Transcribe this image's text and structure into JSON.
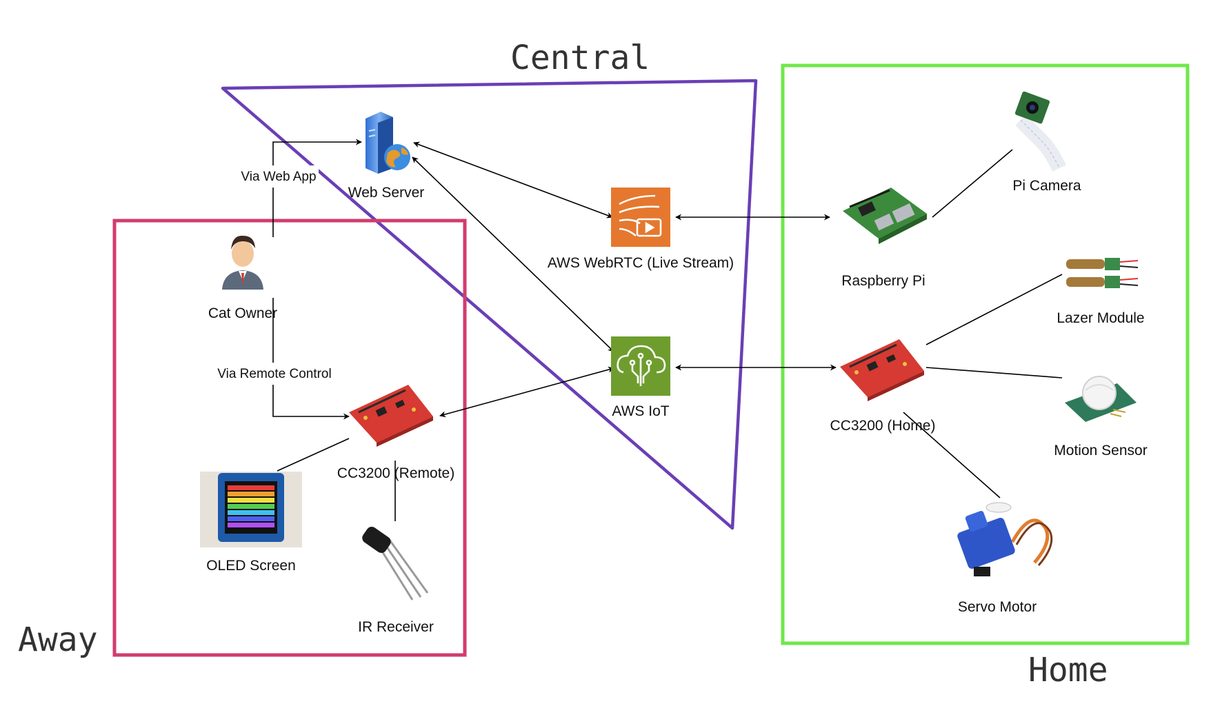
{
  "regions": {
    "central": {
      "label": "Central",
      "color": "#6a3fb5"
    },
    "away": {
      "label": "Away",
      "color": "#d23c6e"
    },
    "home": {
      "label": "Home",
      "color": "#6fe84a"
    }
  },
  "nodes": {
    "web_server": {
      "label": "Web Server",
      "icon": "server-globe-icon"
    },
    "aws_webrtc": {
      "label": "AWS WebRTC (Live Stream)",
      "icon": "aws-webrtc-icon",
      "color": "#e5782e"
    },
    "aws_iot": {
      "label": "AWS IoT",
      "icon": "aws-iot-cloud-icon",
      "color": "#6e9d2e"
    },
    "cat_owner": {
      "label": "Cat Owner",
      "icon": "person-icon"
    },
    "cc3200_remote": {
      "label": "CC3200 (Remote)",
      "icon": "dev-board-icon"
    },
    "oled_screen": {
      "label": "OLED Screen",
      "icon": "oled-screen-icon"
    },
    "ir_receiver": {
      "label": "IR Receiver",
      "icon": "ir-receiver-icon"
    },
    "raspberry_pi": {
      "label": "Raspberry Pi",
      "icon": "raspberry-pi-icon"
    },
    "pi_camera": {
      "label": "Pi Camera",
      "icon": "camera-module-icon"
    },
    "cc3200_home": {
      "label": "CC3200 (Home)",
      "icon": "dev-board-icon"
    },
    "lazer_module": {
      "label": "Lazer Module",
      "icon": "laser-module-icon"
    },
    "motion_sensor": {
      "label": "Motion Sensor",
      "icon": "pir-sensor-icon"
    },
    "servo_motor": {
      "label": "Servo Motor",
      "icon": "servo-icon"
    }
  },
  "edges": {
    "via_web_app": "Via Web App",
    "via_remote_control": "Via Remote Control"
  }
}
